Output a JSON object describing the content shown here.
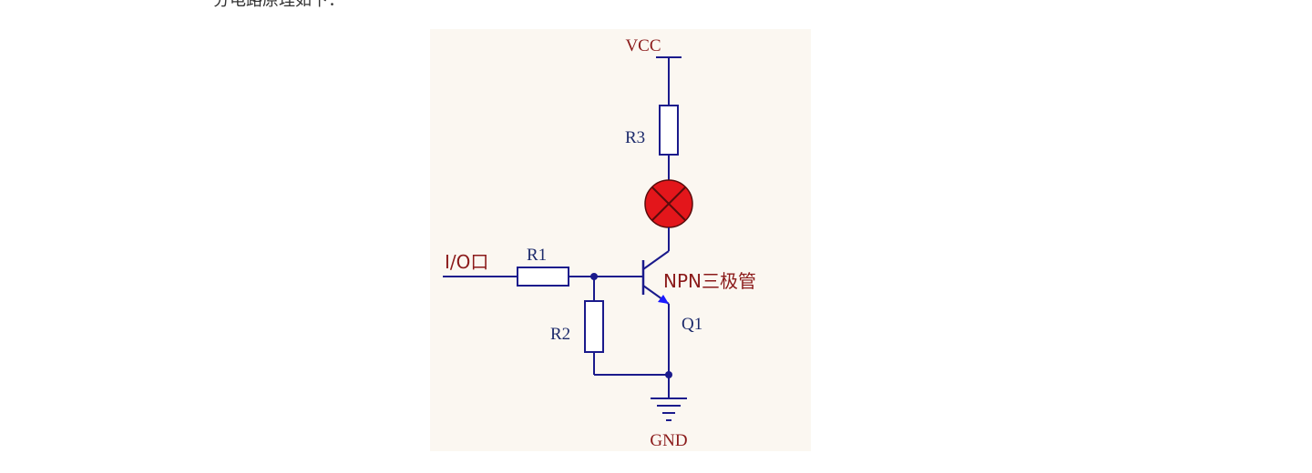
{
  "page": {
    "top_text": "分电路原理如下："
  },
  "diagram": {
    "labels": {
      "vcc": "VCC",
      "gnd": "GND",
      "io": "I/O口",
      "r1": "R1",
      "r2": "R2",
      "r3": "R3",
      "q1": "Q1",
      "transistor": "NPN三极管"
    },
    "colors": {
      "background": "#fbf7f1",
      "wire": "#1a1a8c",
      "power_label": "#8b1a1a",
      "component_label": "#1c2a6b",
      "lamp_fill": "#e3161b",
      "resistor_fill": "#ffffff"
    },
    "components": [
      {
        "id": "R1",
        "type": "resistor"
      },
      {
        "id": "R2",
        "type": "resistor"
      },
      {
        "id": "R3",
        "type": "resistor"
      },
      {
        "id": "lamp",
        "type": "lamp"
      },
      {
        "id": "Q1",
        "type": "npn-transistor"
      },
      {
        "id": "VCC",
        "type": "power"
      },
      {
        "id": "GND",
        "type": "ground"
      }
    ]
  }
}
